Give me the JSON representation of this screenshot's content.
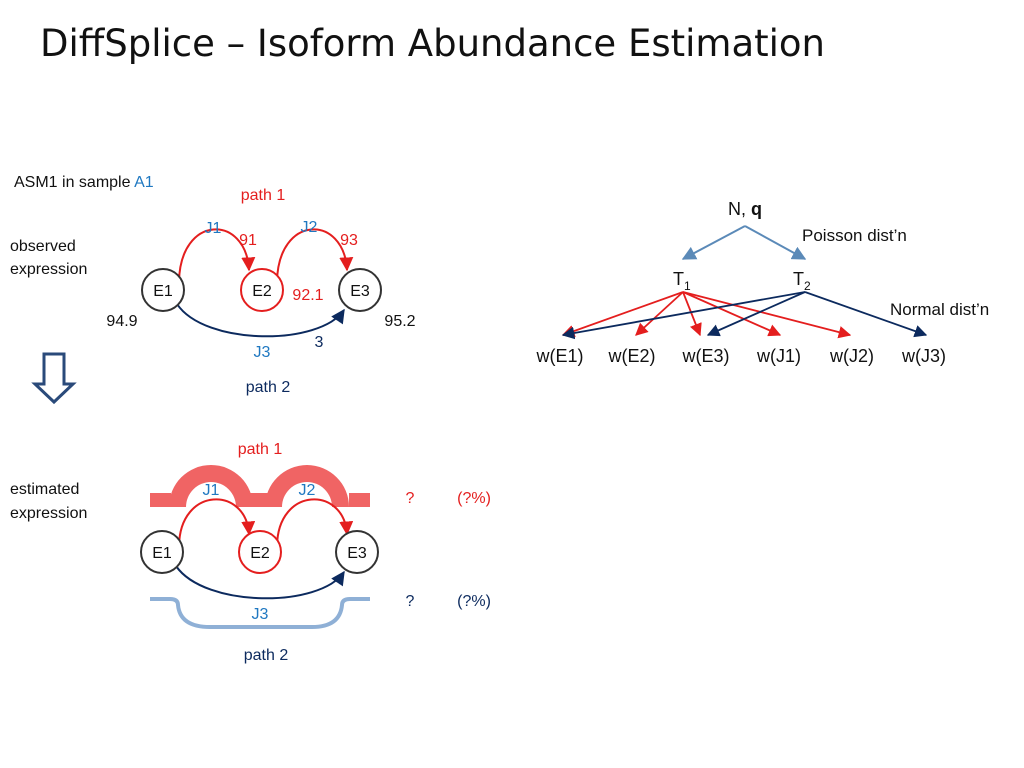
{
  "title": "DiffSplice – Isoform Abundance Estimation",
  "colors": {
    "red": "#e41e1e",
    "navy": "#0c2a5e",
    "blue": "#1f78c1",
    "steel": "#5b8ab8",
    "black": "#111111",
    "salmon": "#f06464",
    "lightblue": "#8fb0d6"
  },
  "top_panel": {
    "asm_label": "ASM1 in sample",
    "sample": "A1",
    "observed_label_1": "observed",
    "observed_label_2": "expression",
    "path1_label": "path 1",
    "path2_label": "path 2",
    "exons": [
      "E1",
      "E2",
      "E3"
    ],
    "junctions": [
      "J1",
      "J2",
      "J3"
    ],
    "values": {
      "j1": "91",
      "j2": "93",
      "e2": "92.1",
      "j3": "3",
      "e1": "94.9",
      "e3": "95.2"
    }
  },
  "down_arrow_icon": "hollow-down-arrow",
  "bottom_panel": {
    "estimated_label_1": "estimated",
    "estimated_label_2": "expression",
    "path1_label": "path 1",
    "path2_label": "path 2",
    "exons": [
      "E1",
      "E2",
      "E3"
    ],
    "junctions": [
      "J1",
      "J2",
      "J3"
    ],
    "path1_value": "?",
    "path1_pct": "(?%)",
    "path2_value": "?",
    "path2_pct": "(?%)"
  },
  "model": {
    "root": "N,",
    "root_bold": "q",
    "poisson": "Poisson dist’n",
    "normal": "Normal dist’n",
    "t1": "T",
    "t1_sub": "1",
    "t2": "T",
    "t2_sub": "2",
    "w_nodes": [
      "w(E1)",
      "w(E2)",
      "w(E3)",
      "w(J1)",
      "w(J2)",
      "w(J3)"
    ]
  }
}
